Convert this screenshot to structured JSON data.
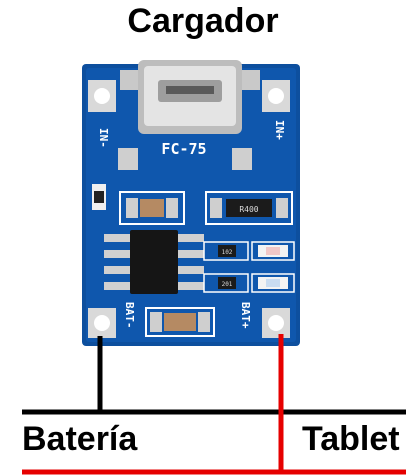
{
  "title": "Cargador",
  "labels": {
    "left": "Batería",
    "right": "Tablet"
  },
  "board": {
    "module_name": "FC-75",
    "pin_in_minus": "IN-",
    "pin_in_plus": "IN+",
    "pin_bat_minus": "BAT-",
    "pin_bat_plus": "BAT+",
    "resistor_code": "R400",
    "resistor_small_1": "102",
    "resistor_small_2": "201"
  },
  "colors": {
    "board_blue": "#0d4f9e",
    "wire_black": "#000000",
    "wire_red": "#e60000"
  }
}
